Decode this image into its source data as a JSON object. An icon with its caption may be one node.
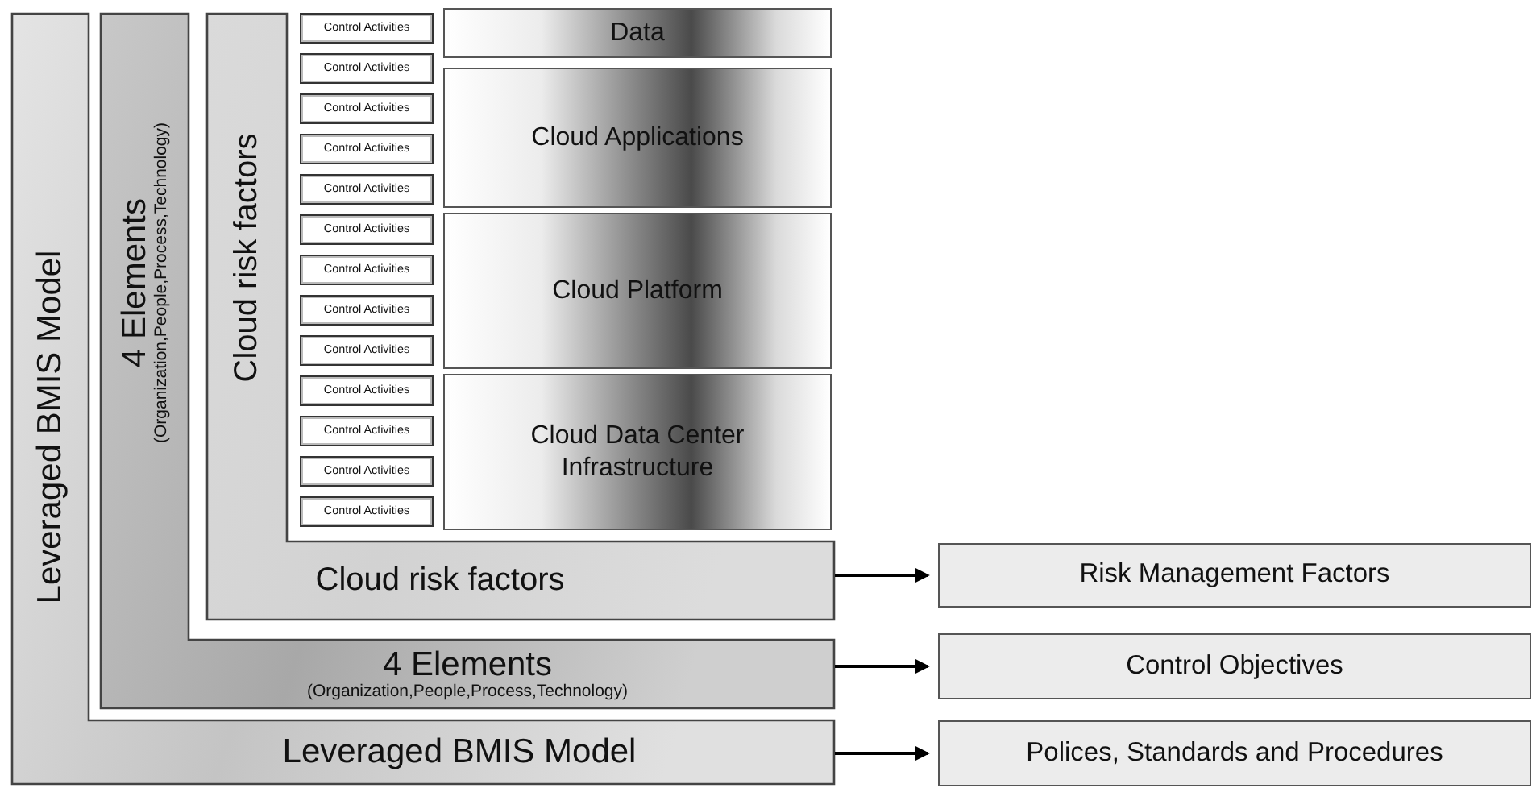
{
  "diagram": {
    "nodes": [
      {
        "text": [
          "Leveraged  BMIS Model",
          "Leveraged  BMIS  Model"
        ]
      },
      {
        "text": [
          "4 Elements",
          "(Organization,People,Process,Technology)",
          "4 Elements",
          "(Organization,People,Process,Technology)"
        ]
      },
      {
        "text": [
          "Cloud risk factors",
          "Cloud risk factors"
        ]
      },
      {
        "text": [
          "Control Activities"
        ]
      },
      {
        "text": [
          "Control Activities"
        ]
      },
      {
        "text": [
          "Control Activities"
        ]
      },
      {
        "text": [
          "Control Activities"
        ]
      },
      {
        "text": [
          "Control Activities"
        ]
      },
      {
        "text": [
          "Control Activities"
        ]
      },
      {
        "text": [
          "Control Activities"
        ]
      },
      {
        "text": [
          "Control Activities"
        ]
      },
      {
        "text": [
          "Control Activities"
        ]
      },
      {
        "text": [
          "Control Activities"
        ]
      },
      {
        "text": [
          "Control Activities"
        ]
      },
      {
        "text": [
          "Control Activities"
        ]
      },
      {
        "text": [
          "Control Activities"
        ]
      },
      {
        "text": [
          "Data"
        ]
      },
      {
        "text": [
          "Cloud Applications"
        ]
      },
      {
        "text": [
          "Cloud Platform"
        ]
      },
      {
        "text": [
          "Cloud Data Center Infrastructure"
        ]
      },
      {
        "text": [
          "Risk Management  Factors"
        ]
      },
      {
        "text": [
          "Control  Objectives"
        ]
      },
      {
        "text": [
          "Polices, Standards and Procedures"
        ]
      }
    ],
    "edges": [
      {
        "from": 2,
        "to": 20,
        "arrow": "to"
      },
      {
        "from": 1,
        "to": 21,
        "arrow": "to"
      },
      {
        "from": 0,
        "to": 22,
        "arrow": "to"
      }
    ]
  }
}
